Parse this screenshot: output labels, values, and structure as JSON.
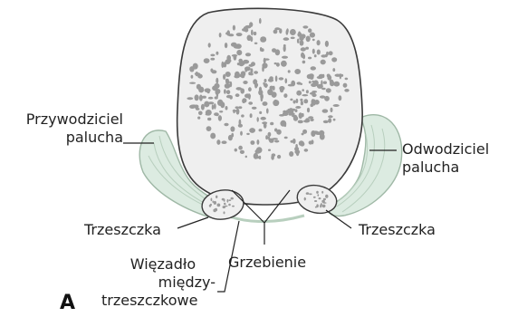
{
  "figure": {
    "panel_letter": "A",
    "labels": {
      "adductor_line1": "Przywodziciel",
      "adductor_line2": "palucha",
      "abductor_line1": "Odwodziciel",
      "abductor_line2": "palucha",
      "sesamoid_left": "Trzeszczka",
      "sesamoid_right": "Trzeszczka",
      "crista": "Grzebienie",
      "ligament_line1": "Więzadło",
      "ligament_line2": "między-",
      "ligament_line3": "trzeszczkowe"
    },
    "colors": {
      "bone_fill": "#efefef",
      "bone_stroke": "#3a3a3a",
      "trabecula": "#9a9a9a",
      "muscle_fill": "#dcebe1",
      "muscle_stroke": "#9fb8a6",
      "leader": "#222222"
    }
  }
}
